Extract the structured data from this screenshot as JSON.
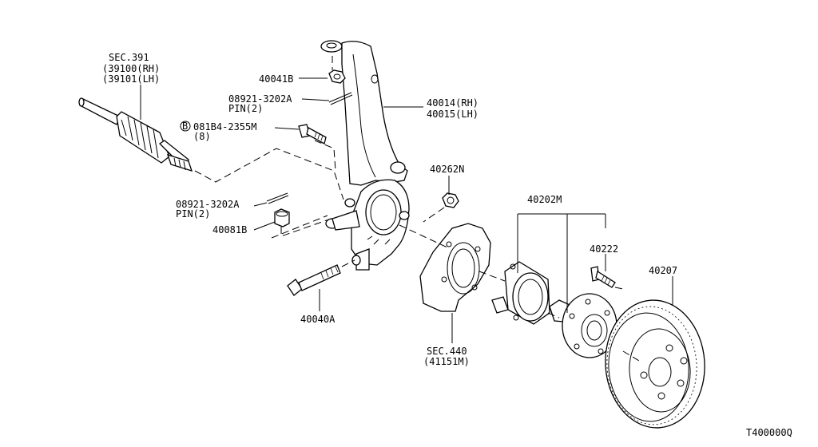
{
  "callouts": {
    "sec391_a": "SEC.391",
    "sec391_b": "(39100(RH)",
    "sec391_c": "(39101(LH)",
    "p40041b": "40041B",
    "p08921_top": "08921-3202A",
    "pin_top": "PIN(2)",
    "p40014": "40014(RH)",
    "p40015": "40015(LH)",
    "bolt_mark": "B",
    "p081b4": "081B4-2355M",
    "p081b4_qty": "(8)",
    "p40262n": "40262N",
    "p08921_bot": "08921-3202A",
    "pin_bot": "PIN(2)",
    "p40081b": "40081B",
    "p40202m": "40202M",
    "p40222": "40222",
    "p40207": "40207",
    "p40040a": "40040A",
    "sec440_a": "SEC.440",
    "sec440_b": "(41151M)"
  },
  "diagram_code": "T400000Q"
}
